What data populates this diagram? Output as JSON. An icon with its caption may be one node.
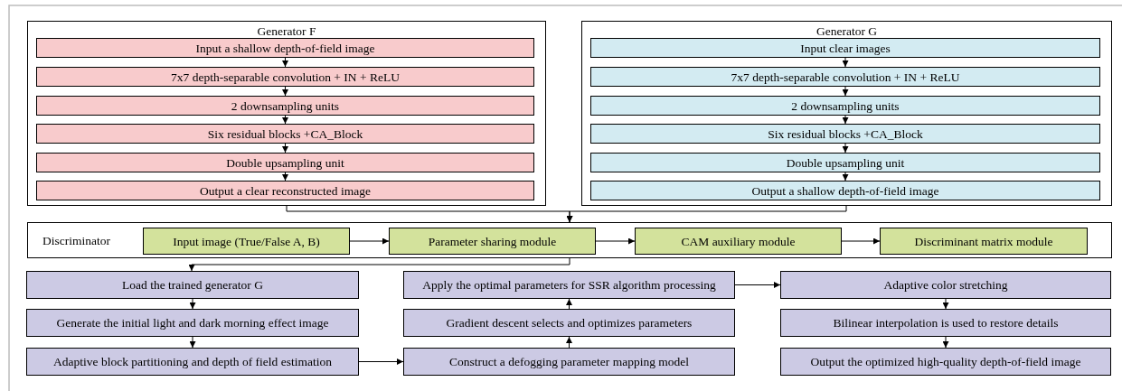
{
  "diagram": {
    "nodes": [
      {
        "text": [
          "Generator F"
        ]
      },
      {
        "text": [
          "Input a shallow depth-of-field image"
        ],
        "in": 0
      },
      {
        "text": [
          "7x7 depth-separable convolution + IN + ReLU"
        ],
        "in": 0
      },
      {
        "text": [
          "2 downsampling units"
        ],
        "in": 0
      },
      {
        "text": [
          "Six residual blocks +CA_Block"
        ],
        "in": 0
      },
      {
        "text": [
          "Double upsampling unit"
        ],
        "in": 0
      },
      {
        "text": [
          "Output a clear reconstructed image"
        ],
        "in": 0
      },
      {
        "text": [
          "Generator G"
        ]
      },
      {
        "text": [
          "Input clear images"
        ],
        "in": 7
      },
      {
        "text": [
          "7x7 depth-separable convolution + IN + ReLU"
        ],
        "in": 7
      },
      {
        "text": [
          "2 downsampling units"
        ],
        "in": 7
      },
      {
        "text": [
          "Six residual blocks +CA_Block"
        ],
        "in": 7
      },
      {
        "text": [
          "Double upsampling unit"
        ],
        "in": 7
      },
      {
        "text": [
          "Output a shallow depth-of-field image"
        ],
        "in": 7
      },
      {
        "text": [
          "Discriminator"
        ]
      },
      {
        "text": [
          "Input image (True/False A, B)"
        ],
        "in": 14
      },
      {
        "text": [
          "Parameter sharing module"
        ],
        "in": 14
      },
      {
        "text": [
          "CAM auxiliary module"
        ],
        "in": 14
      },
      {
        "text": [
          "Discriminant matrix module"
        ],
        "in": 14
      },
      {
        "text": [
          "Load the trained generator G"
        ]
      },
      {
        "text": [
          "Generate the initial light and dark morning effect image"
        ]
      },
      {
        "text": [
          "Adaptive block partitioning and depth of field estimation"
        ]
      },
      {
        "text": [
          "Apply the optimal parameters for SSR algorithm processing"
        ]
      },
      {
        "text": [
          "Gradient descent selects and optimizes parameters"
        ]
      },
      {
        "text": [
          "Construct a defogging parameter mapping model"
        ]
      },
      {
        "text": [
          "Adaptive color stretching"
        ]
      },
      {
        "text": [
          "Bilinear interpolation is used to restore details"
        ]
      },
      {
        "text": [
          "Output the optimized high-quality depth-of-field image"
        ]
      }
    ],
    "edges": [
      {
        "from": 1,
        "to": 2,
        "arrow": "to"
      },
      {
        "from": 2,
        "to": 3,
        "arrow": "to"
      },
      {
        "from": 3,
        "to": 4,
        "arrow": "to"
      },
      {
        "from": 4,
        "to": 5,
        "arrow": "to"
      },
      {
        "from": 5,
        "to": 6,
        "arrow": "to"
      },
      {
        "from": 8,
        "to": 9,
        "arrow": "to"
      },
      {
        "from": 9,
        "to": 10,
        "arrow": "to"
      },
      {
        "from": 10,
        "to": 11,
        "arrow": "to"
      },
      {
        "from": 11,
        "to": 12,
        "arrow": "to"
      },
      {
        "from": 12,
        "to": 13,
        "arrow": "to"
      },
      {
        "from": 0,
        "to": 14,
        "arrow": "to"
      },
      {
        "from": 7,
        "to": 14,
        "arrow": "to"
      },
      {
        "from": 15,
        "to": 16,
        "arrow": "to"
      },
      {
        "from": 16,
        "to": 17,
        "arrow": "to"
      },
      {
        "from": 17,
        "to": 18,
        "arrow": "to"
      },
      {
        "from": 14,
        "to": 19,
        "arrow": "to"
      },
      {
        "from": 19,
        "to": 20,
        "arrow": "to"
      },
      {
        "from": 20,
        "to": 21,
        "arrow": "to"
      },
      {
        "from": 21,
        "to": 24,
        "arrow": "to"
      },
      {
        "from": 24,
        "to": 23,
        "arrow": "to"
      },
      {
        "from": 23,
        "to": 22,
        "arrow": "to"
      },
      {
        "from": 22,
        "to": 25,
        "arrow": "to"
      },
      {
        "from": 25,
        "to": 26,
        "arrow": "to"
      },
      {
        "from": 26,
        "to": 27,
        "arrow": "to"
      }
    ]
  }
}
